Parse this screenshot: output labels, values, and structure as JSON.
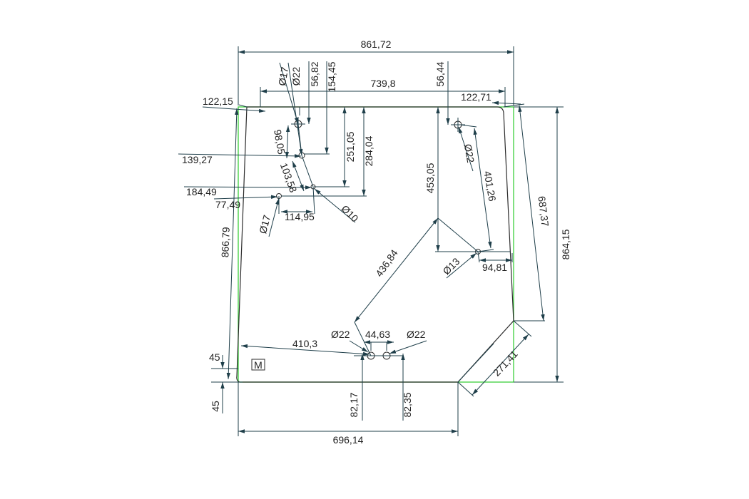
{
  "dimensions": {
    "overall_width": "861,72",
    "top_width": "739,8",
    "bottom_width": "696,14",
    "overall_height": "864,15",
    "left_edge": "866,79",
    "right_upper_edge": "687,37",
    "chamfer": "271,41",
    "top_left_corner": "122,15",
    "top_right_corner": "122,71",
    "hole1_x": "56,82",
    "hole1_y": "154,45",
    "hole2_y": "251,05",
    "hole3_y": "284,04",
    "hole1_dia": "Ø22",
    "hole2_dia": "Ø17",
    "hole_r_x": "56,44",
    "hole_r_dia": "Ø22",
    "hole_r_y": "453,05",
    "hole_r_diag": "401,26",
    "hole_left_y1": "139,27",
    "hole_left_y2": "184,49",
    "hole_left_x": "77,49",
    "spacing_a": "98,05",
    "spacing_b": "103,58",
    "spacing_c": "114,95",
    "hole_small_dia": "Ø10",
    "hole_left_dia": "Ø17",
    "center_diag": "436,84",
    "hole_r2_dia": "Ø13",
    "hole_r2_x": "94,81",
    "bottom_hole_x": "410,3",
    "bottom_hole_l_dia": "Ø22",
    "bottom_hole_spacing": "44,63",
    "bottom_hole_r_dia": "Ø22",
    "bottom_hole_l_y": "82,17",
    "bottom_hole_r_y": "82,35",
    "offset_top": "45",
    "offset_bottom": "45",
    "mark": "M"
  },
  "colors": {
    "dimension_line": "#1f3f4a",
    "outline": "#2b2b2b",
    "bounding_box": "#3bcf3b"
  }
}
